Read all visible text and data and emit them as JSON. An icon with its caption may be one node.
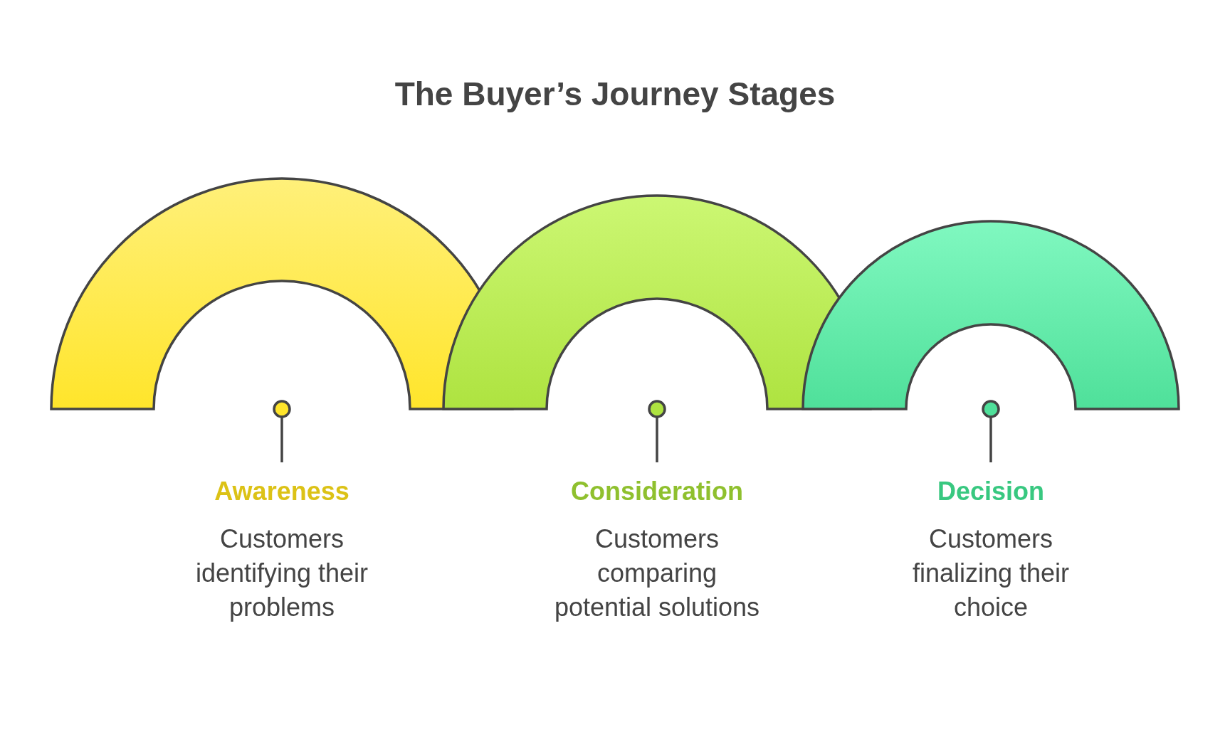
{
  "diagram": {
    "title": "The Buyer’s Journey Stages",
    "nodes": [
      {
        "text": [],
        "shape": "arch"
      },
      {
        "text": [],
        "shape": "circle"
      },
      {
        "text": [
          "Awareness",
          "Customers identifying their problems"
        ]
      },
      {
        "text": [],
        "shape": "arch"
      },
      {
        "text": [],
        "shape": "circle"
      },
      {
        "text": [
          "Consideration",
          "Customers comparing potential solutions"
        ]
      },
      {
        "text": [],
        "shape": "arch"
      },
      {
        "text": [],
        "shape": "circle"
      },
      {
        "text": [
          "Decision",
          "Customers finalizing their choice"
        ]
      }
    ],
    "edges": [
      {
        "from": 1,
        "to": 2,
        "arrow": "none"
      },
      {
        "from": 4,
        "to": 5,
        "arrow": "none"
      },
      {
        "from": 7,
        "to": 8,
        "arrow": "none"
      }
    ]
  }
}
